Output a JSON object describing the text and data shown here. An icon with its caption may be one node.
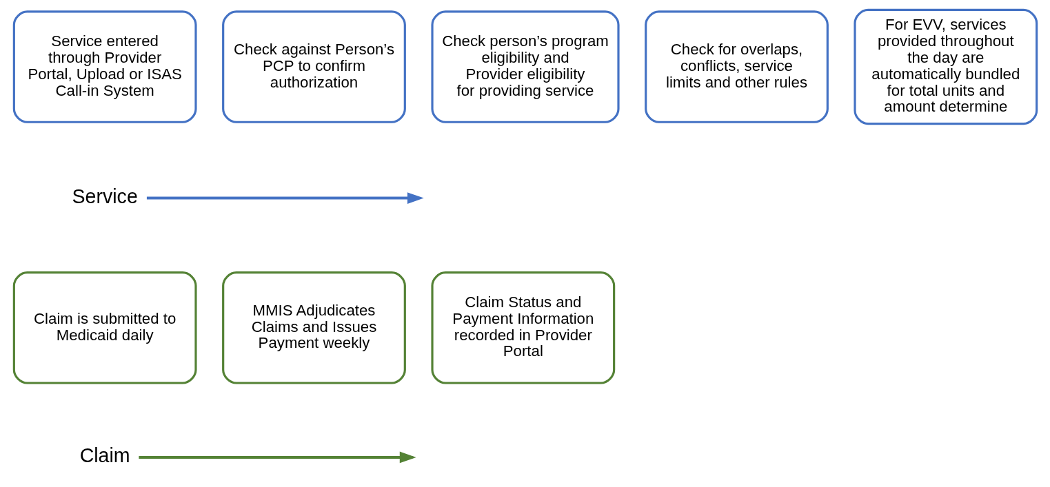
{
  "diagram": {
    "nodes": [
      {
        "text": [
          "Service entered through Provider Portal, Upload or ISAS Call-in System"
        ]
      },
      {
        "text": [
          "Check against Person’s PCP to confirm authorization"
        ]
      },
      {
        "text": [
          "Check person’s program eligibility and Provider eligibility for providing service"
        ]
      },
      {
        "text": [
          "Check for overlaps, conflicts, service limits and other rules"
        ]
      },
      {
        "text": [
          "For EVV, services provided throughout the day are automatically bundled for total units and amount determine"
        ]
      },
      {
        "text": [
          "Service"
        ]
      },
      {
        "text": [
          "Claim is submitted to Medicaid daily"
        ]
      },
      {
        "text": [
          "MMIS Adjudicates Claims and Issues Payment weekly"
        ]
      },
      {
        "text": [
          "Claim Status and Payment Information recorded in Provider Portal"
        ]
      },
      {
        "text": [
          "Claim"
        ]
      }
    ],
    "edges": [
      {
        "from": 5,
        "to": null,
        "arrow": "to",
        "color": "#4472c4"
      },
      {
        "from": 9,
        "to": null,
        "arrow": "to",
        "color": "#548235"
      }
    ]
  }
}
